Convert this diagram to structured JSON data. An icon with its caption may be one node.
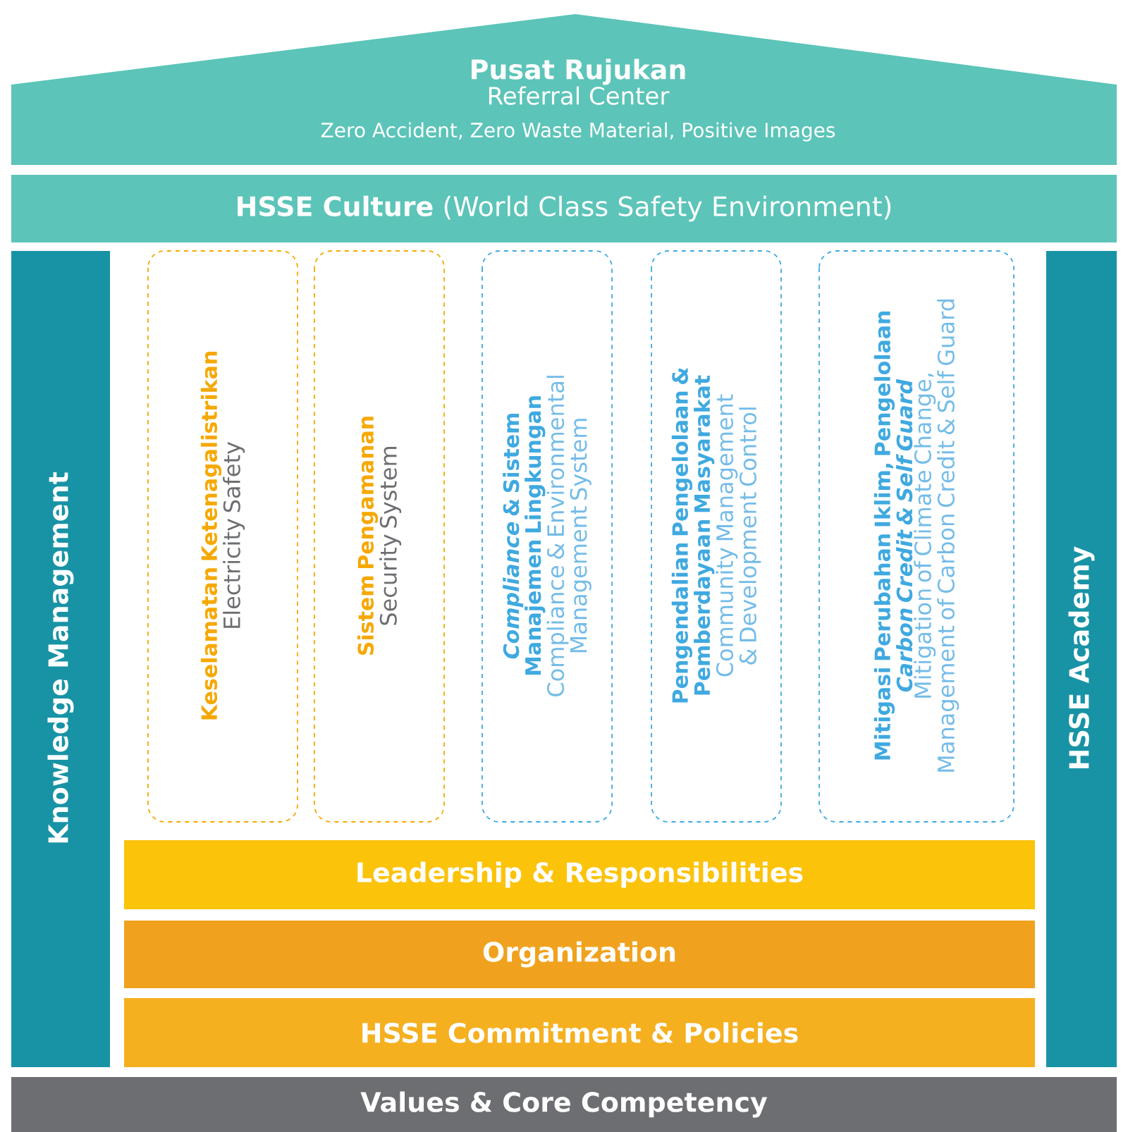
{
  "diagram": {
    "nodes": [
      {
        "text": [
          "Pusat Rujukan",
          "Referral Center",
          "Zero Accident, Zero Waste Material, Positive Images"
        ]
      },
      {
        "text": [
          "**HSSE Culture** (World Class Safety Environment)"
        ]
      },
      {
        "text": [
          "Knowledge Management"
        ]
      },
      {
        "text": [
          "Keselamatan Ketenagalistrikan",
          "Electricity Safety"
        ]
      },
      {
        "text": [
          "Sistem Pengamanan",
          "Security System"
        ]
      },
      {
        "text": [
          "*Compliance* & Sistem Manajemen Lingkungan",
          "Compliance & Environmental Management System"
        ]
      },
      {
        "text": [
          "Pengendalian Pengelolaan & Pemberdayaan Masyarakat",
          "Community Management & Development Control"
        ]
      },
      {
        "text": [
          "Mitigasi Perubahan Iklim, Pengelolaan *Carbon Credit & Self Guard*",
          "Mitigation of Climate Change, Management of Carbon Credit & Self Guard"
        ]
      },
      {
        "text": [
          "HSSE Academy"
        ]
      },
      {
        "text": [
          "Leadership & Responsibilities"
        ]
      },
      {
        "text": [
          "Organization"
        ]
      },
      {
        "text": [
          "HSSE Commitment & Policies"
        ]
      },
      {
        "text": [
          "Values & Core Competency"
        ]
      }
    ]
  }
}
